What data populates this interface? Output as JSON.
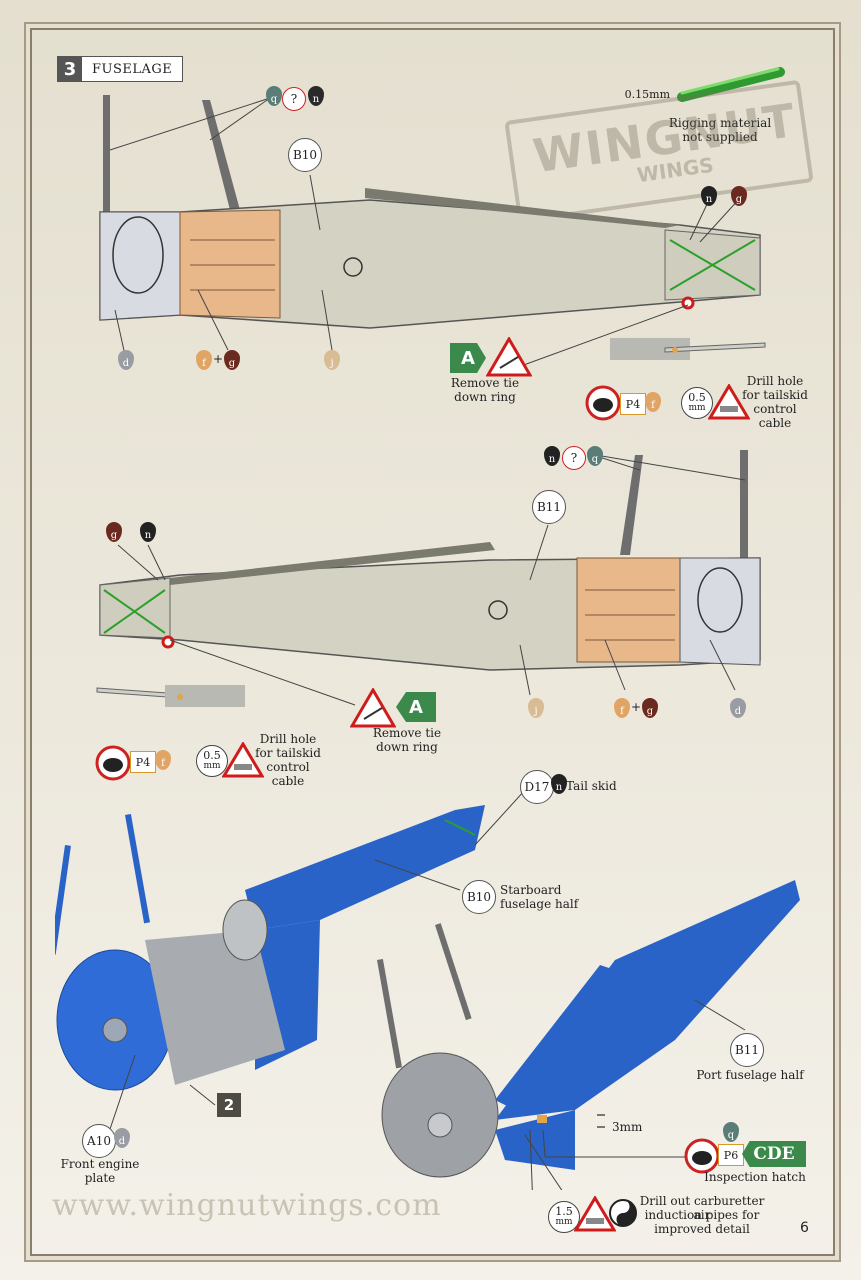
{
  "step": {
    "number": "3",
    "title": "FUSELAGE"
  },
  "rigging": {
    "thickness": "0.15mm",
    "note_line1": "Rigging material",
    "note_line2": "not supplied"
  },
  "watermark": {
    "line1": "WINGNUT",
    "line2": "WINGS"
  },
  "colors": {
    "d": "d",
    "f": "f",
    "g": "g",
    "j": "j",
    "n": "n",
    "q": "q",
    "unknown": "?"
  },
  "parts": {
    "b10": "B10",
    "b11": "B11",
    "d17": "D17",
    "a10": "A10",
    "b10b": "B10",
    "b11b": "B11"
  },
  "plus": "+",
  "section1": {
    "badge": "A",
    "remove_line1": "Remove tie",
    "remove_line2": "down ring",
    "p4": "P4",
    "drill_mm_top": "0.5",
    "drill_mm_bot": "mm",
    "drill_line1": "Drill hole",
    "drill_line2": "for tailskid",
    "drill_line3": "control",
    "drill_line4": "cable"
  },
  "section2": {
    "badge": "A",
    "remove_line1": "Remove tie",
    "remove_line2": "down ring",
    "p4": "P4",
    "drill_mm_top": "0.5",
    "drill_mm_bot": "mm",
    "drill_line1": "Drill hole",
    "drill_line2": "for tailskid",
    "drill_line3": "control",
    "drill_line4": "cable"
  },
  "section3": {
    "tail_skid": "Tail skid",
    "starboard_line1": "Starboard",
    "starboard_line2": "fuselage half",
    "front_line1": "Front engine",
    "front_line2": "plate",
    "sub_step": "2",
    "port": "Port fuselage half",
    "dim": "3mm",
    "p6": "P6",
    "cde": "CDE",
    "hatch": "Inspection hatch",
    "mm_top": "1.5",
    "mm_bot": "mm",
    "carb_line1": "Drill out carburetter air",
    "carb_line2": "induction pipes for",
    "carb_line3": "improved detail"
  },
  "footer": {
    "website": "www.wingnutwings.com",
    "page": "6"
  }
}
